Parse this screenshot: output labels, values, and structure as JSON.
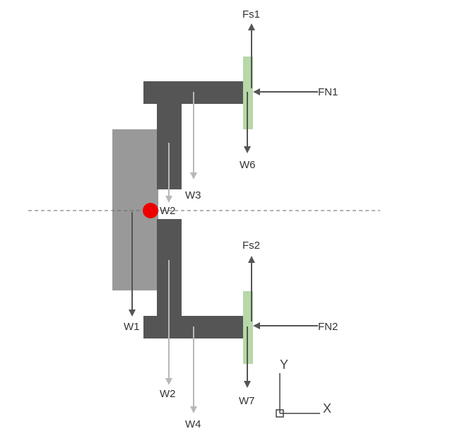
{
  "labels": {
    "fs1": "Fs1",
    "fn1": "FN1",
    "w6": "W6",
    "w3": "W3",
    "w2_upper": "W2",
    "fs2": "Fs2",
    "fn2": "FN2",
    "w1": "W1",
    "w2_lower": "W2",
    "w7": "W7",
    "w4": "W4"
  },
  "axes": {
    "y": "Y",
    "x": "X"
  },
  "colors": {
    "structure": "#555555",
    "block": "#999999",
    "pad": "#b7d8a8",
    "arrow_dark": "#555555",
    "arrow_light": "#b8b8b8",
    "pivot": "#ee0000",
    "centerline": "#666666"
  }
}
